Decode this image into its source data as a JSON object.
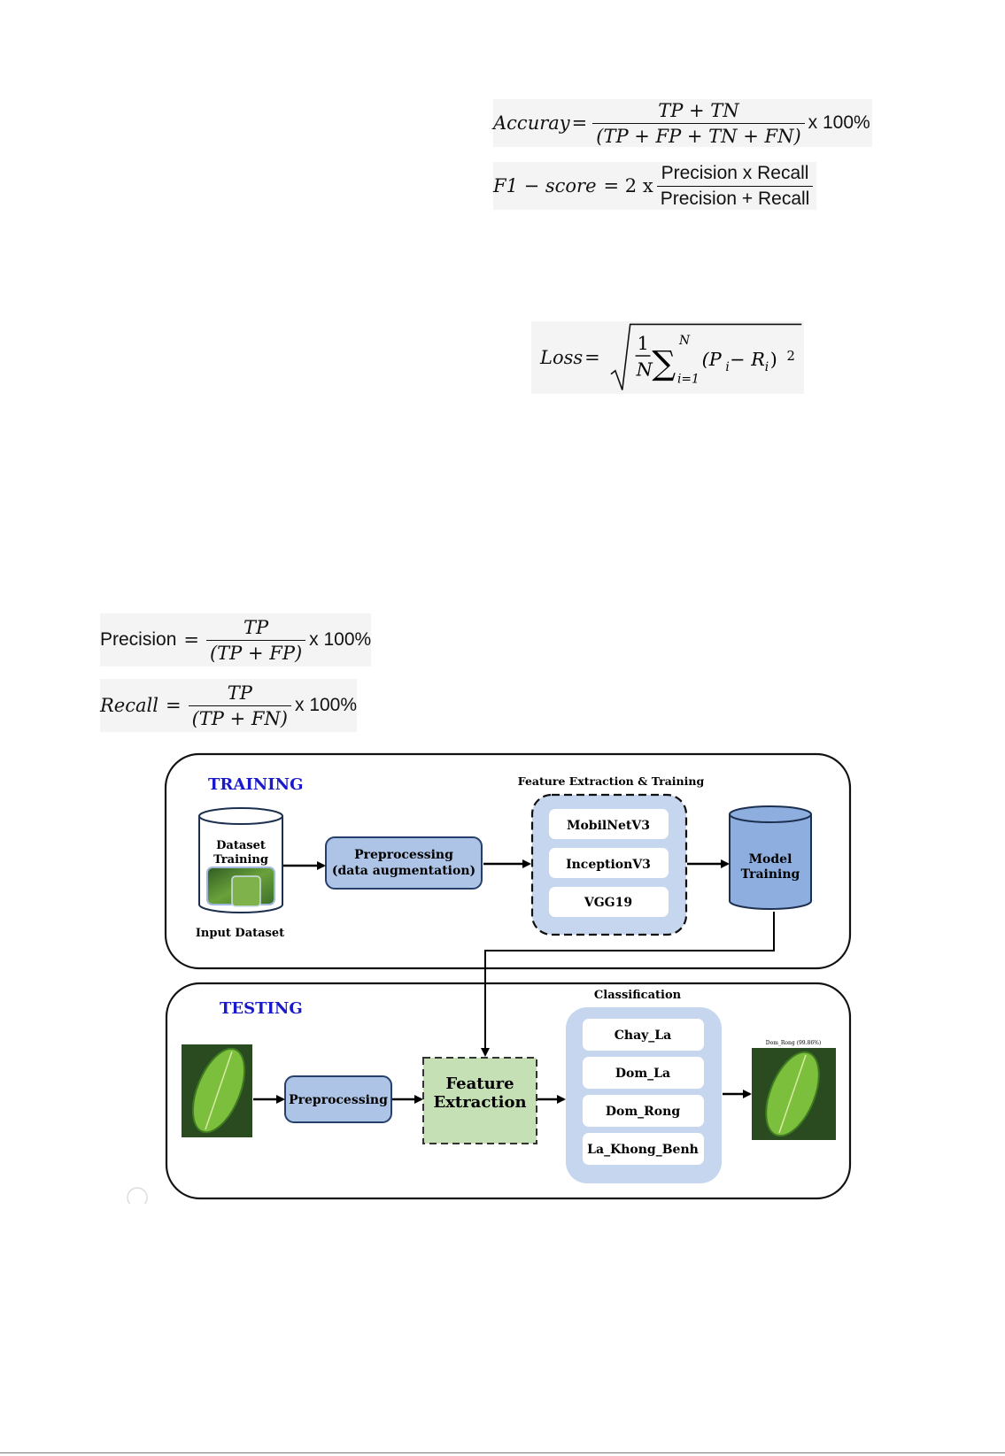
{
  "formulas": {
    "accuracy": {
      "lhs": "Accuray",
      "eq": "=",
      "num": "TP + TN",
      "den": "(TP + FP + TN + FN)",
      "mult": "x 100%"
    },
    "f1": {
      "lhs": "F1 − score",
      "eq": "= 2 x",
      "num": "Precision x Recall",
      "den": "Precision + Recall"
    },
    "loss": {
      "lhs": "Loss",
      "eq": "=",
      "one": "1",
      "n_den": "N",
      "sum": "∑",
      "sum_top": "N",
      "sum_bottom": "i=1",
      "term": "(P",
      "sub_i": "i",
      "minus": " − R",
      "sub_i2": "i",
      "close": ")",
      "power": "2"
    },
    "precision": {
      "lhs": "Precision",
      "eq": "=",
      "num": "TP",
      "den": "(TP + FP)",
      "mult": "x 100%"
    },
    "recall": {
      "lhs": "Recall",
      "eq": "=",
      "num": "TP",
      "den": "(TP + FN)",
      "mult": "x 100%"
    }
  },
  "diagram": {
    "training": {
      "title": "TRAINING",
      "dataset_line1": "Dataset",
      "dataset_line2": "Training",
      "input_label": "Input Dataset",
      "preprocessing_line1": "Preprocessing",
      "preprocessing_line2": "(data augmentation)",
      "feature_group_title": "Feature Extraction & Training",
      "models": [
        "MobilNetV3",
        "InceptionV3",
        "VGG19"
      ],
      "model_training_line1": "Model",
      "model_training_line2": "Training"
    },
    "testing": {
      "title": "TESTING",
      "preprocessing": "Preprocessing",
      "feature_line1": "Feature",
      "feature_line2": "Extraction",
      "classification_title": "Classification",
      "classes": [
        "Chay_La",
        "Dom_La",
        "Dom_Rong",
        "La_Khong_Benh"
      ],
      "result_caption": "Dom_Rong (99.86%)"
    },
    "colors": {
      "title_blue": "#1a1acc",
      "box_blue": "#aec4e6",
      "box_border": "#26406e",
      "group_bg": "#c6d6ee",
      "feature_green": "#c4e0b4",
      "cylinder_blue": "#8eaee0"
    }
  }
}
